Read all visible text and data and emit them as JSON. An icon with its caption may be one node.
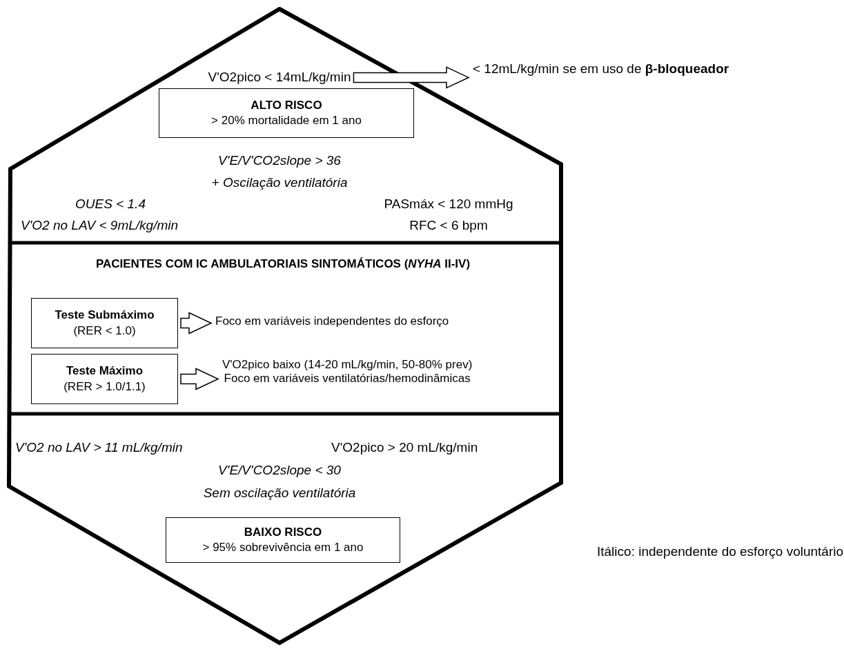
{
  "diagram": {
    "nodes": [
      {
        "text": [],
        "shape": "hexagon"
      },
      {
        "text": [
          "V'O2pico < 14mL/kg/min"
        ],
        "in": 0
      },
      {
        "text": [
          "< 12mL/kg/min se em uso de **β-bloqueador**"
        ]
      },
      {
        "text": [
          "ALTO RISCO",
          "> 20% mortalidade em 1 ano"
        ],
        "in": 0
      },
      {
        "text": [
          "Teste Submáximo",
          "(RER < 1.0)"
        ],
        "in": 0
      },
      {
        "text": [
          "Foco em variáveis independentes do esforço"
        ],
        "in": 0
      },
      {
        "text": [
          "Teste Máximo",
          "(RER > 1.0/1.1)"
        ],
        "in": 0
      },
      {
        "text": [
          "V'O2pico baixo (14-20 mL/kg/min, 50-80% prev)",
          "Foco em variáveis ventilatórias/hemodinâmicas"
        ],
        "in": 0
      },
      {
        "text": [
          "BAIXO RISCO",
          "> 95% sobrevivência em 1 ano"
        ],
        "in": 0
      }
    ],
    "edges": [
      {
        "from": 1,
        "to": 2,
        "arrow": "to"
      },
      {
        "from": 4,
        "to": 5,
        "arrow": "to"
      },
      {
        "from": 6,
        "to": 7,
        "arrow": "to"
      }
    ],
    "labels": [
      "V'E/V'CO2slope > 36",
      "+ Oscilação ventilatória",
      "OUES < 1.4",
      "PASmáx < 120 mmHg",
      "V'O2 no LAV < 9mL/kg/min",
      "RFC < 6 bpm",
      "PACIENTES COM IC AMBULATORIAIS SINTOMÁTICOS (*NYHA* II-IV)",
      "V'O2 no LAV > 11 mL/kg/min",
      "V'O2pico > 20 mL/kg/min",
      "V'E/V'CO2slope < 30",
      "Sem oscilação ventilatória",
      "Itálico: independente do esforço voluntário"
    ]
  }
}
